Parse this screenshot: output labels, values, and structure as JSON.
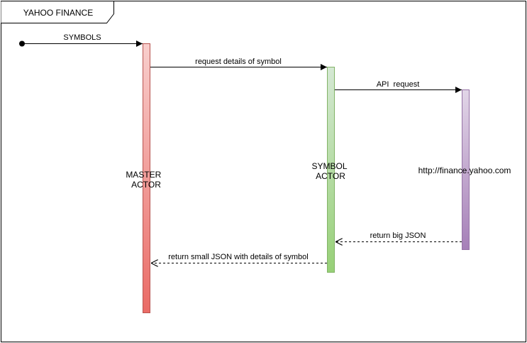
{
  "frame": {
    "title": "YAHOO FINANCE"
  },
  "lifelines": [
    {
      "id": "master",
      "label_lines": [
        "MASTER",
        "ACTOR"
      ],
      "fill_top": "#f8cecc",
      "fill_bottom": "#ea6b66",
      "stroke": "#b85450"
    },
    {
      "id": "symbol",
      "label_lines": [
        "SYMBOL",
        "ACTOR"
      ],
      "fill_top": "#d5e8d4",
      "fill_bottom": "#97d077",
      "stroke": "#82b366"
    },
    {
      "id": "api",
      "label_lines": [
        "http://finance.yahoo.com"
      ],
      "fill_top": "#e1d5e7",
      "fill_bottom": "#a680b8",
      "stroke": "#9673a6"
    }
  ],
  "messages": [
    {
      "id": "symbols",
      "label": "SYMBOLS",
      "from": "start",
      "to": "master",
      "style": "solid"
    },
    {
      "id": "request-details",
      "label": "request details of symbol",
      "from": "master",
      "to": "symbol",
      "style": "solid"
    },
    {
      "id": "api-request",
      "label": "API  request",
      "from": "symbol",
      "to": "api",
      "style": "solid"
    },
    {
      "id": "return-big-json",
      "label": "return big JSON",
      "from": "api",
      "to": "symbol",
      "style": "dashed"
    },
    {
      "id": "return-small-json",
      "label": "return small JSON with details of symbol",
      "from": "symbol",
      "to": "master",
      "style": "dashed"
    }
  ]
}
